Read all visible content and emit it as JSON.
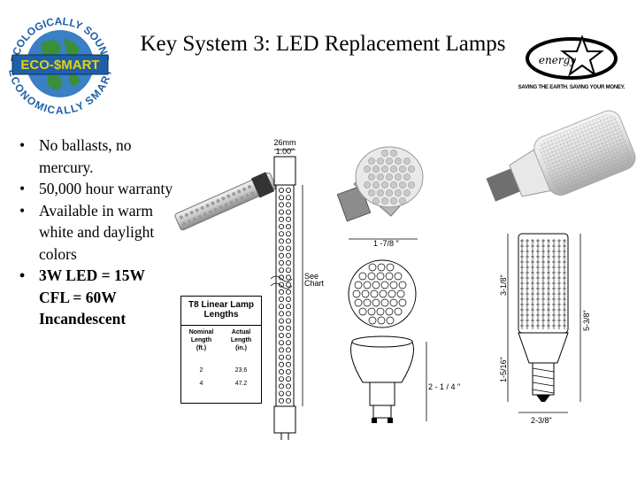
{
  "slide": {
    "title": "Key System 3: LED Replacement Lamps",
    "bullets": [
      {
        "text": "No ballasts, no mercury.",
        "bold": false
      },
      {
        "text": "50,000 hour warranty",
        "bold": false
      },
      {
        "text": "Available in warm white and daylight colors",
        "bold": false
      },
      {
        "text": "3W LED = 15W CFL = 60W Incandescent",
        "bold": true
      }
    ]
  },
  "eco_logo": {
    "top_text": "ECOLOGICALLY SOUND",
    "badge": "ECO-$MART",
    "bottom_text": "ECONOMICALLY SMART"
  },
  "energy_logo": {
    "script_text": "energy",
    "caption": "SAVING THE EARTH. SAVING YOUR MONEY."
  },
  "tube_diagram": {
    "top_dim_1": "26mm",
    "top_dim_2": "1.00\"",
    "see_chart_1": "See",
    "see_chart_2": "Chart"
  },
  "t8_table": {
    "title_line1": "T8 Linear Lamp",
    "title_line2": "Lengths",
    "col1_line1": "Nominal",
    "col1_line2": "Length",
    "col1_line3": "(ft.)",
    "col2_line1": "Actual",
    "col2_line2": "Length",
    "col2_line3": "(in.)",
    "rows": [
      {
        "nominal": "2",
        "actual": "23.6"
      },
      {
        "nominal": "4",
        "actual": "47.2"
      }
    ]
  },
  "spot_diagram": {
    "width_dim": "1 -7/8 \"",
    "height_dim": "2 - 1 / 4 \""
  },
  "corn_diagram": {
    "height_total": "5-3/8\"",
    "height_upper": "3-1/8\"",
    "height_lower": "1-5/16\"",
    "base_width": "2-3/8\""
  },
  "colors": {
    "eco_badge_bg": "#1f5fa8",
    "eco_badge_text": "#e6d10c",
    "eco_text_blue": "#1f5fa8",
    "globe_green": "#3a8f3a"
  }
}
